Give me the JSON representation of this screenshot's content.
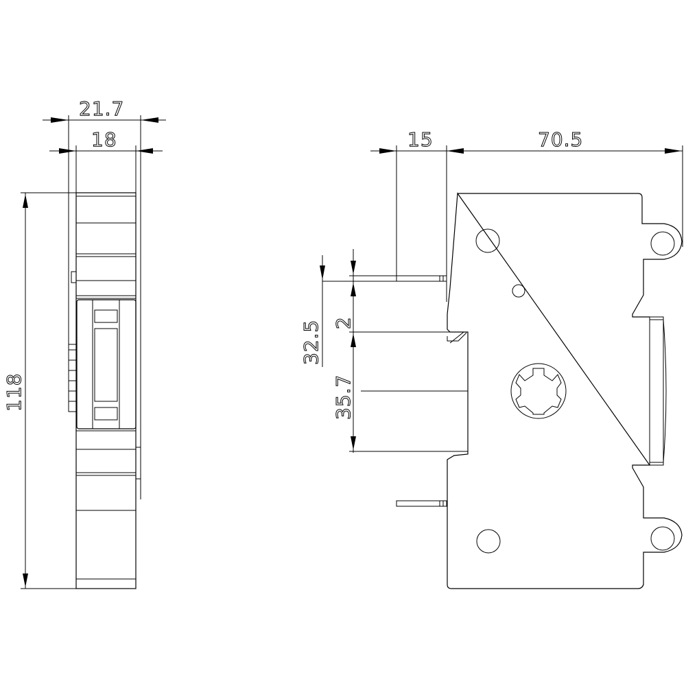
{
  "drawing": {
    "title": "Dimensional drawing - modular device side and front view",
    "units": "mm",
    "line_color": "#000000",
    "background": "#ffffff"
  },
  "side_view": {
    "dimensions": {
      "overall_width": "21.7",
      "body_width": "18",
      "height": "118"
    }
  },
  "front_view": {
    "dimensions": {
      "terminal_offset": "15",
      "depth": "70.5",
      "terminal_height": "32.5",
      "terminal_thickness": "2",
      "recess_height": "35.7"
    },
    "features": {
      "mounting_holes": 2,
      "ear_holes": 2,
      "small_hole": 1,
      "splined_shaft": "star-shaped shaft socket",
      "din_clip": "DIN rail clip"
    }
  }
}
